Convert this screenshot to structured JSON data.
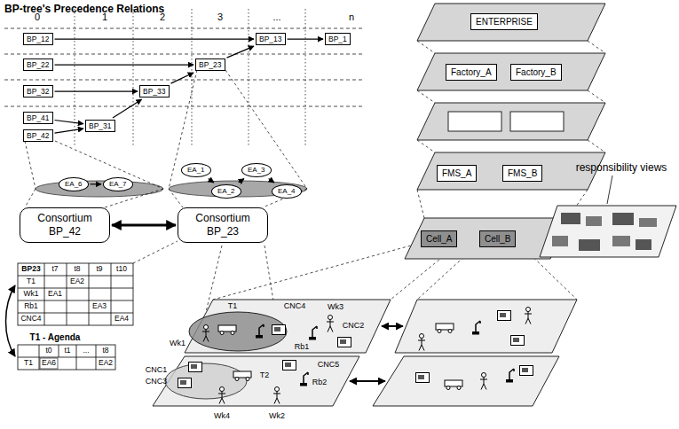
{
  "diagram": {
    "title": "BP-tree's Precedence Relations",
    "nodes": [
      {
        "text": [
          "BP_12"
        ]
      },
      {
        "text": [
          "BP_22"
        ]
      },
      {
        "text": [
          "BP_32"
        ]
      },
      {
        "text": [
          "BP_41"
        ]
      },
      {
        "text": [
          "BP_42"
        ]
      },
      {
        "text": [
          "BP_31"
        ]
      },
      {
        "text": [
          "BP_33"
        ]
      },
      {
        "text": [
          "BP_23"
        ]
      },
      {
        "text": [
          "BP_13"
        ]
      },
      {
        "text": [
          "BP_1"
        ]
      },
      {
        "text": [
          "EA_6"
        ]
      },
      {
        "text": [
          "EA_7"
        ]
      },
      {
        "text": [
          "EA_1"
        ]
      },
      {
        "text": [
          "EA_2"
        ]
      },
      {
        "text": [
          "EA_3"
        ]
      },
      {
        "text": [
          "EA_4"
        ]
      },
      {
        "text": [
          "Consortium BP_42"
        ]
      },
      {
        "text": [
          "Consortium BP_23"
        ]
      },
      {
        "text": [
          "ENTERPRISE"
        ]
      },
      {
        "text": [
          "Factory_A"
        ]
      },
      {
        "text": [
          "Factory_B"
        ]
      },
      {
        "text": [
          "FMS_A"
        ]
      },
      {
        "text": [
          "FMS_B"
        ]
      },
      {
        "text": [
          "Cell_A"
        ]
      },
      {
        "text": [
          "Cell_B"
        ]
      }
    ],
    "edges": [
      {
        "from": 0,
        "to": 8,
        "arrow": "to"
      },
      {
        "from": 1,
        "to": 7,
        "arrow": "to"
      },
      {
        "from": 2,
        "to": 6,
        "arrow": "to"
      },
      {
        "from": 3,
        "to": 5,
        "arrow": "to"
      },
      {
        "from": 4,
        "to": 5,
        "arrow": "to"
      },
      {
        "from": 5,
        "to": 6,
        "arrow": "to"
      },
      {
        "from": 6,
        "to": 7,
        "arrow": "to"
      },
      {
        "from": 7,
        "to": 8,
        "arrow": "to"
      },
      {
        "from": 8,
        "to": 9,
        "arrow": "to"
      },
      {
        "from": 10,
        "to": 11,
        "arrow": "to"
      },
      {
        "from": 12,
        "to": 13,
        "arrow": "to"
      },
      {
        "from": 13,
        "to": 14,
        "arrow": "to"
      },
      {
        "from": 14,
        "to": 15,
        "arrow": "to"
      },
      {
        "from": 16,
        "to": 17,
        "arrow": "both"
      }
    ],
    "labels": [
      "0",
      "1",
      "2",
      "3",
      "...",
      "n",
      "BP23",
      "t7",
      "t8",
      "t9",
      "t10",
      "T1",
      "EA2",
      "Wk1",
      "EA1",
      "Rb1",
      "EA3",
      "CNC4",
      "EA4",
      "T1 - Agenda",
      "t0",
      "t1",
      "...",
      "t8",
      "T1",
      "EA6",
      "EA2",
      "responsibility views",
      "T1",
      "CNC4",
      "Wk3",
      "Wk1",
      "CNC2",
      "Rb1",
      "CNC5",
      "CNC1",
      "CNC3",
      "Rb2",
      "T2",
      "Wk4",
      "Wk2"
    ]
  }
}
